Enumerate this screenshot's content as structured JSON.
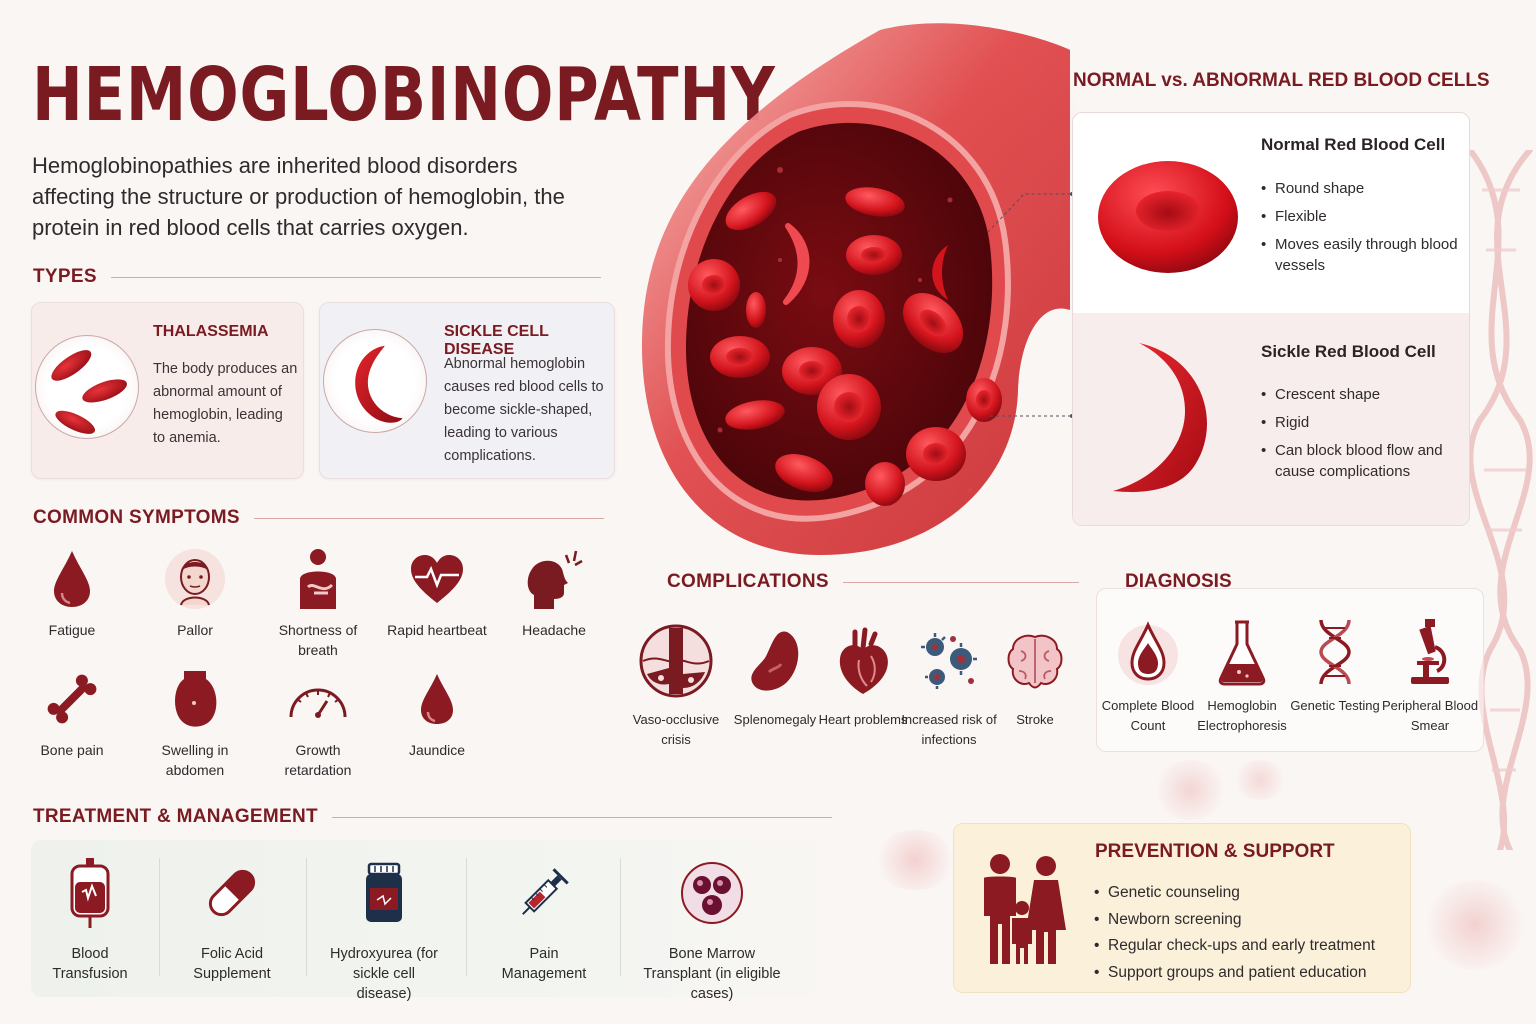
{
  "title": "HEMOGLOBINOPATHY",
  "intro": "Hemoglobinopathies are inherited blood disorders affecting the structure or production of hemoglobin, the protein in red blood cells that carries oxygen.",
  "colors": {
    "primary": "#7a1b22",
    "blood": "#c8141c",
    "cream": "#fbf1da",
    "green_panel": "#eef1ec"
  },
  "types": {
    "heading": "TYPES",
    "items": [
      {
        "name": "THALASSEMIA",
        "desc": "The body produces an abnormal amount of hemoglobin, leading to anemia.",
        "icon": "small-red-cells-icon"
      },
      {
        "name": "SICKLE CELL DISEASE",
        "desc": "Abnormal hemoglobin causes red blood cells to become sickle-shaped, leading to various complications.",
        "icon": "sickle-cell-icon"
      }
    ]
  },
  "symptoms": {
    "heading": "COMMON SYMPTOMS",
    "items": [
      {
        "label": "Fatigue",
        "icon": "blood-drop-icon"
      },
      {
        "label": "Pallor",
        "icon": "pale-face-icon"
      },
      {
        "label": "Shortness of breath",
        "icon": "chest-breath-icon"
      },
      {
        "label": "Rapid heartbeat",
        "icon": "heartbeat-icon"
      },
      {
        "label": "Headache",
        "icon": "headache-icon"
      },
      {
        "label": "Bone pain",
        "icon": "bone-icon"
      },
      {
        "label": "Swelling in abdomen",
        "icon": "abdomen-icon"
      },
      {
        "label": "Growth retardation",
        "icon": "gauge-icon"
      },
      {
        "label": "Jaundice",
        "icon": "drop-icon"
      }
    ]
  },
  "comparison": {
    "heading": "NORMAL vs. ABNORMAL RED BLOOD CELLS",
    "normal": {
      "title": "Normal Red Blood Cell",
      "points": [
        "Round shape",
        "Flexible",
        "Moves easily through blood vessels"
      ]
    },
    "sickle": {
      "title": "Sickle Red Blood Cell",
      "points": [
        "Crescent shape",
        "Rigid",
        "Can block blood flow and cause complications"
      ]
    }
  },
  "complications": {
    "heading": "COMPLICATIONS",
    "items": [
      {
        "label": "Vaso-occlusive crisis",
        "icon": "vessel-blockage-icon"
      },
      {
        "label": "Splenomegaly",
        "icon": "spleen-icon"
      },
      {
        "label": "Heart problems",
        "icon": "heart-organ-icon"
      },
      {
        "label": "Increased risk of infections",
        "icon": "germs-icon"
      },
      {
        "label": "Stroke",
        "icon": "brain-icon"
      }
    ]
  },
  "diagnosis": {
    "heading": "DIAGNOSIS",
    "items": [
      {
        "label": "Complete Blood Count",
        "icon": "blood-drop-icon"
      },
      {
        "label": "Hemoglobin Electrophoresis",
        "icon": "flask-icon"
      },
      {
        "label": "Genetic Testing",
        "icon": "dna-icon"
      },
      {
        "label": "Peripheral Blood Smear",
        "icon": "microscope-icon"
      }
    ]
  },
  "treatment": {
    "heading": "TREATMENT & MANAGEMENT",
    "items": [
      {
        "label": "Blood Transfusion",
        "icon": "blood-bag-icon"
      },
      {
        "label": "Folic Acid Supplement",
        "icon": "capsule-icon"
      },
      {
        "label": "Hydroxyurea (for sickle cell disease)",
        "icon": "pill-bottle-icon"
      },
      {
        "label": "Pain Management",
        "icon": "syringe-icon"
      },
      {
        "label": "Bone Marrow Transplant (in eligible cases)",
        "icon": "bone-marrow-cells-icon"
      }
    ]
  },
  "prevention": {
    "heading": "PREVENTION & SUPPORT",
    "items": [
      "Genetic counseling",
      "Newborn screening",
      "Regular check-ups and early treatment",
      "Support groups and patient education"
    ],
    "icon": "family-icon"
  }
}
